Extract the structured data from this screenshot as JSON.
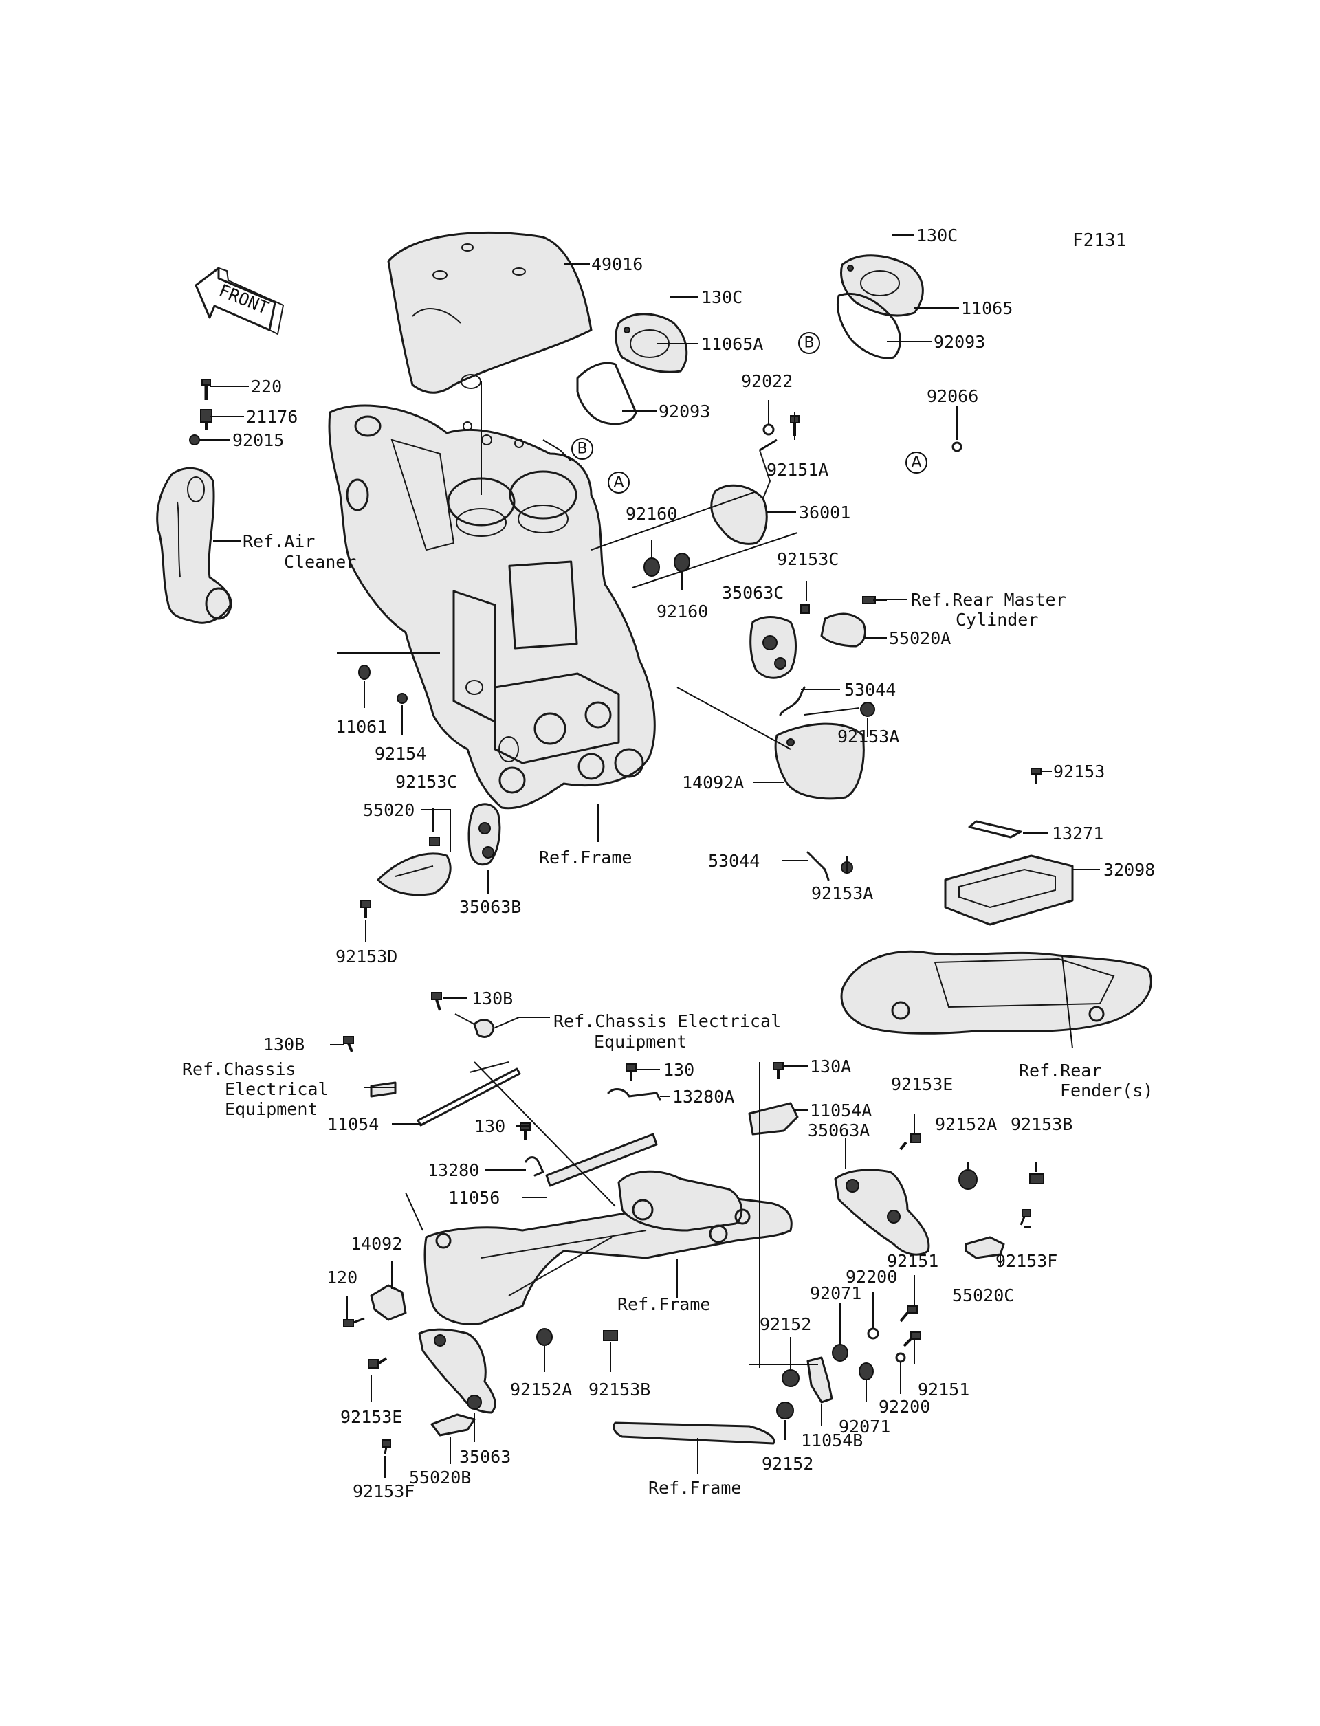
{
  "diagram_code": "F2131",
  "front_badge": "FRONT",
  "markers": {
    "a": "A",
    "b": "B"
  },
  "labels": {
    "p49016": "49016",
    "p130c_a": "130C",
    "p11065a": "11065A",
    "p92093_a": "92093",
    "p130c_b": "130C",
    "p11065": "11065",
    "p92093_b": "92093",
    "p220": "220",
    "p21176": "21176",
    "p92015": "92015",
    "air_cleaner_1": "Ref.Air",
    "air_cleaner_2": "Cleaner",
    "p92022": "92022",
    "p92151a": "92151A",
    "p92066": "92066",
    "p36001": "36001",
    "p92160_a": "92160",
    "p92160_b": "92160",
    "p92153c_a": "92153C",
    "p35063c": "35063C",
    "rear_master_1": "Ref.Rear Master",
    "rear_master_2": "Cylinder",
    "p55020a": "55020A",
    "p53044_a": "53044",
    "p92153a_a": "92153A",
    "p14092a": "14092A",
    "p53044_b": "53044",
    "p92153a_b": "92153A",
    "p11061": "11061",
    "p92154": "92154",
    "p92153c_b": "92153C",
    "p55020": "55020",
    "p35063b": "35063B",
    "p92153d": "92153D",
    "ref_frame_1": "Ref.Frame",
    "p92153": "92153",
    "p13271": "13271",
    "p32098": "32098",
    "rear_fender_1": "Ref.Rear",
    "rear_fender_2": "Fender(s)",
    "p130b_a": "130B",
    "chassis_elec_1a": "Ref.Chassis Electrical",
    "chassis_elec_1b": "Equipment",
    "p130b_b": "130B",
    "chassis_elec_2a": "Ref.Chassis",
    "chassis_elec_2b": "Electrical",
    "chassis_elec_2c": "Equipment",
    "p11054": "11054",
    "p130_a": "130",
    "p13280a": "13280A",
    "p130a": "130A",
    "p11054a": "11054A",
    "p92153e_a": "92153E",
    "p35063a": "35063A",
    "p92152a_a": "92152A",
    "p92153b_a": "92153B",
    "p130_b": "130",
    "p13280": "13280",
    "p11056": "11056",
    "p14092": "14092",
    "p120": "120",
    "ref_frame_2": "Ref.Frame",
    "p92151_a": "92151",
    "p92200_a": "92200",
    "p92071_a": "92071",
    "p92153f_a": "92153F",
    "p55020c": "55020C",
    "p92152_a": "92152",
    "p92153e_b": "92153E",
    "p92152a_b": "92152A",
    "p92153b_b": "92153B",
    "p35063": "35063",
    "p55020b": "55020B",
    "p92153f_b": "92153F",
    "p11054b": "11054B",
    "p92071_b": "92071",
    "p92200_b": "92200",
    "p92151_b": "92151",
    "p92152_b": "92152",
    "ref_frame_3": "Ref.Frame"
  }
}
